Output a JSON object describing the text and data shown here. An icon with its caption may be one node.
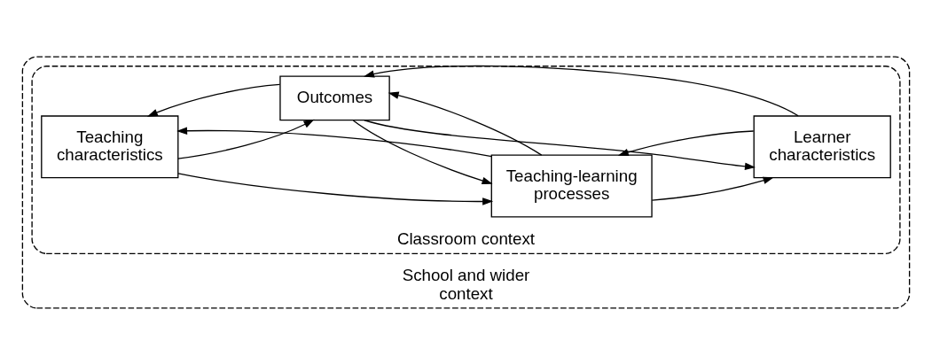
{
  "diagram": {
    "nodes": [
      {
        "text": [
          "School and wider context"
        ]
      },
      {
        "text": [
          "Classroom context"
        ],
        "in": 0
      },
      {
        "text": [
          "Learner characteristics"
        ],
        "in": 1
      },
      {
        "text": [
          "Teaching characteristics"
        ],
        "in": 1
      },
      {
        "text": [
          "Teaching-learning processes"
        ],
        "in": 1
      },
      {
        "text": [
          "Outcomes"
        ],
        "in": 1
      }
    ],
    "edges": [
      {
        "from": 5,
        "to": 2,
        "arrow": "to"
      },
      {
        "from": 2,
        "to": 5,
        "arrow": "to"
      },
      {
        "from": 4,
        "to": 2,
        "arrow": "to"
      },
      {
        "from": 2,
        "to": 4,
        "arrow": "to"
      },
      {
        "from": 5,
        "to": 4,
        "arrow": "to"
      },
      {
        "from": 4,
        "to": 5,
        "arrow": "to"
      },
      {
        "from": 3,
        "to": 4,
        "arrow": "to"
      },
      {
        "from": 4,
        "to": 3,
        "arrow": "to"
      },
      {
        "from": 3,
        "to": 5,
        "arrow": "to"
      },
      {
        "from": 5,
        "to": 3,
        "arrow": "to"
      }
    ]
  }
}
